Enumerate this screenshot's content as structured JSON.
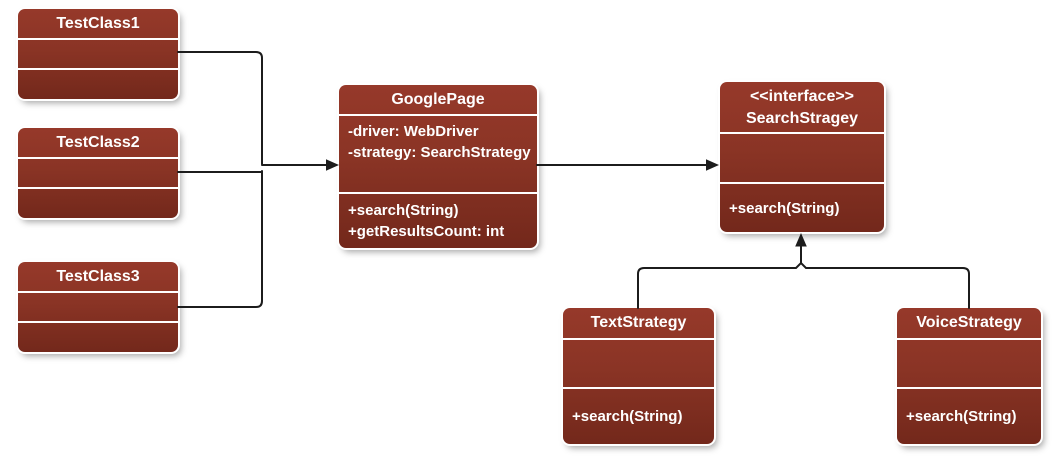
{
  "diagram": {
    "kind": "uml-class-diagram",
    "background": "#ffffff",
    "colors": {
      "box_fill_top": "#96392a",
      "box_fill_bottom": "#73281b",
      "box_border": "#ffffff",
      "box_text": "#ffffff",
      "connector": "#1c1c1c"
    },
    "classes": [
      {
        "name": "TestClass1",
        "stereotype": "",
        "attributes": [],
        "methods": []
      },
      {
        "name": "TestClass2",
        "stereotype": "",
        "attributes": [],
        "methods": []
      },
      {
        "name": "TestClass3",
        "stereotype": "",
        "attributes": [],
        "methods": []
      },
      {
        "name": "GooglePage",
        "stereotype": "",
        "attributes": [
          "-driver: WebDriver",
          "-strategy: SearchStrategy"
        ],
        "methods": [
          "+search(String)",
          "+getResultsCount: int"
        ]
      },
      {
        "name": "SearchStragey",
        "stereotype": "<<interface>>",
        "attributes": [],
        "methods": [
          "+search(String)"
        ]
      },
      {
        "name": "TextStrategy",
        "stereotype": "",
        "attributes": [],
        "methods": [
          "+search(String)"
        ]
      },
      {
        "name": "VoiceStrategy",
        "stereotype": "",
        "attributes": [],
        "methods": [
          "+search(String)"
        ]
      }
    ],
    "relationships": [
      {
        "from": "TestClass1",
        "to": "GooglePage",
        "type": "directed-association"
      },
      {
        "from": "TestClass2",
        "to": "GooglePage",
        "type": "directed-association"
      },
      {
        "from": "TestClass3",
        "to": "GooglePage",
        "type": "directed-association"
      },
      {
        "from": "GooglePage",
        "to": "SearchStragey",
        "type": "directed-association"
      },
      {
        "from": "TextStrategy",
        "to": "SearchStragey",
        "type": "realization"
      },
      {
        "from": "VoiceStrategy",
        "to": "SearchStragey",
        "type": "realization"
      }
    ]
  }
}
